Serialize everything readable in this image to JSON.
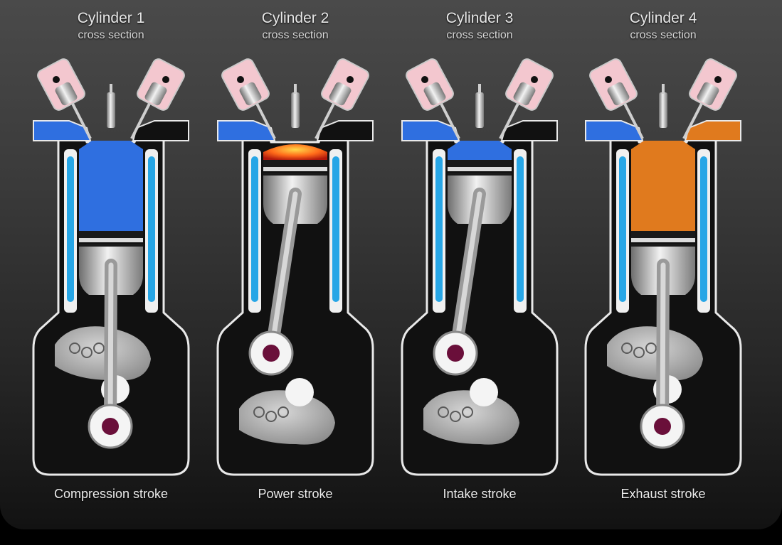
{
  "cylinders": [
    {
      "title": "Cylinder 1",
      "subtitle": "cross section",
      "stroke": "Compression stroke",
      "chamber_color": "#2f6fe0",
      "intake_color": "#2f6fe0",
      "exhaust_color": "#111111",
      "piston": "low",
      "glow": false
    },
    {
      "title": "Cylinder 2",
      "subtitle": "cross section",
      "stroke": "Power stroke",
      "chamber_color": "#2f6fe0",
      "intake_color": "#2f6fe0",
      "exhaust_color": "#111111",
      "piston": "high",
      "glow": true
    },
    {
      "title": "Cylinder 3",
      "subtitle": "cross section",
      "stroke": "Intake stroke",
      "chamber_color": "#2f6fe0",
      "intake_color": "#2f6fe0",
      "exhaust_color": "#111111",
      "piston": "high",
      "glow": false
    },
    {
      "title": "Cylinder 4",
      "subtitle": "cross section",
      "stroke": "Exhaust stroke",
      "chamber_color": "#e07a1e",
      "intake_color": "#2f6fe0",
      "exhaust_color": "#e07a1e",
      "piston": "low",
      "glow": false
    }
  ]
}
